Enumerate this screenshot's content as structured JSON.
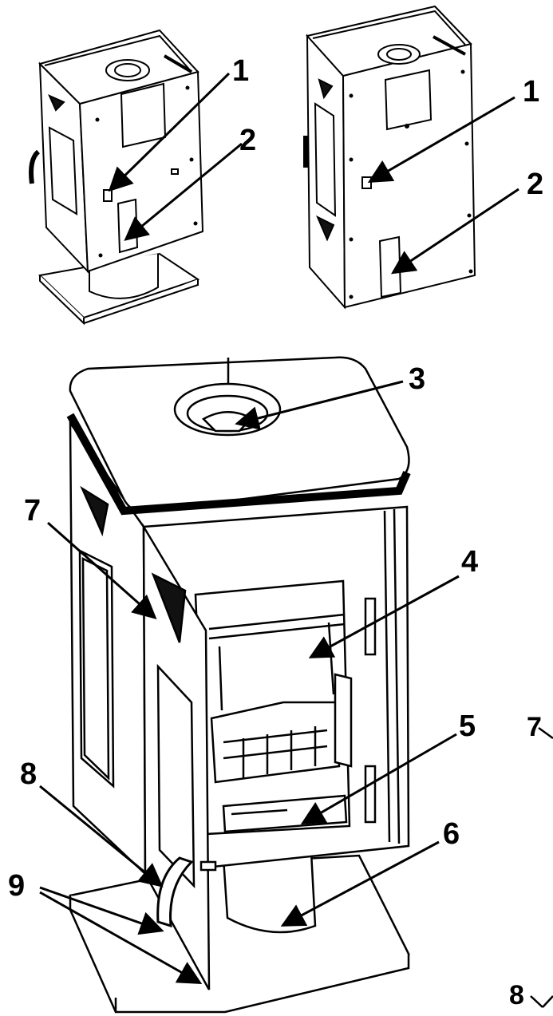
{
  "callouts": {
    "top_left_1": "1",
    "top_left_2": "2",
    "top_right_1": "1",
    "top_right_2": "2",
    "main_3": "3",
    "main_4": "4",
    "main_5": "5",
    "main_6": "6",
    "main_7": "7",
    "main_8": "8",
    "main_9": "9",
    "edge_7": "7",
    "edge_8": "8"
  },
  "colors": {
    "line": "#000000",
    "background": "#ffffff",
    "fill_light": "#ffffff",
    "dark_patch": "#111111"
  },
  "figures": [
    {
      "name": "stove-rear-view-on-stand"
    },
    {
      "name": "stove-rear-view"
    },
    {
      "name": "stove-front-open-door"
    }
  ]
}
